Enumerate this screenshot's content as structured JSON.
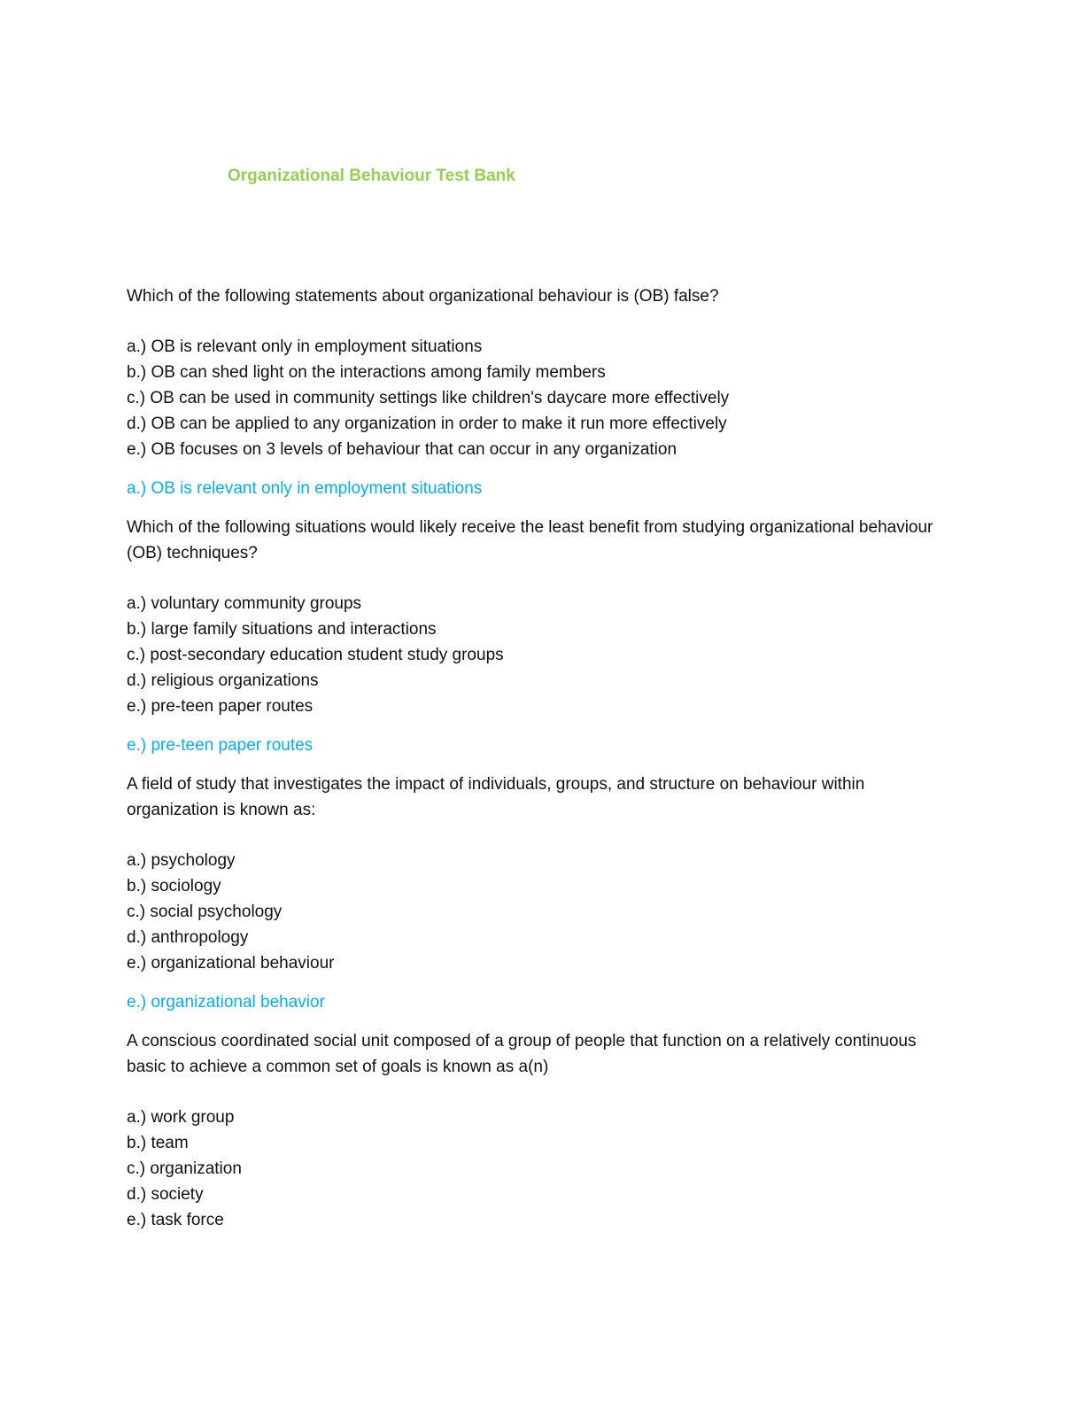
{
  "title": "Organizational Behaviour Test Bank",
  "colors": {
    "title": "#92d050",
    "answer": "#00b0f0",
    "text": "#111111"
  },
  "questions": [
    {
      "text": "Which of the following statements about organizational behaviour is (OB) false?",
      "options": [
        "a.) OB is relevant only in employment situations",
        "b.) OB can shed light on the interactions among family members",
        "c.) OB can be used in community settings like children's daycare more effectively",
        "d.) OB can be applied to any organization in order to make it run more effectively",
        "e.) OB focuses on 3 levels of behaviour that can occur in any organization"
      ],
      "answer": "a.) OB is relevant only in employment situations"
    },
    {
      "text": "Which of the following situations would likely receive the least benefit from studying organizational behaviour (OB) techniques?",
      "options": [
        "a.) voluntary community groups",
        "b.) large family situations and interactions",
        "c.) post-secondary education student study groups",
        "d.) religious organizations",
        "e.) pre-teen paper routes"
      ],
      "answer": "e.) pre-teen paper routes"
    },
    {
      "text": "A field of study that investigates the impact of individuals, groups, and structure on behaviour within organization is known as:",
      "options": [
        "a.) psychology",
        "b.) sociology",
        "c.) social psychology",
        "d.) anthropology",
        "e.) organizational behaviour"
      ],
      "answer": "e.) organizational behavior"
    },
    {
      "text": "A conscious coordinated social unit composed of a group of people that function on a relatively continuous basic to achieve a common set of goals is known as a(n)",
      "options": [
        "a.) work group",
        "b.) team",
        "c.) organization",
        "d.) society",
        "e.) task force"
      ],
      "answer": ""
    }
  ]
}
